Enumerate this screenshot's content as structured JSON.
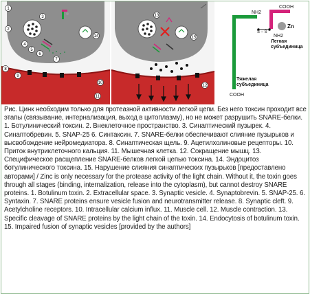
{
  "figure": {
    "nerve_labels": [
      "1",
      "2",
      "3",
      "4",
      "5",
      "6",
      "7",
      "8",
      "9",
      "14"
    ],
    "muscle_labels": [
      "10",
      "11",
      "12",
      "13",
      "15"
    ],
    "toxin": {
      "nh2_top": "NH2",
      "cooh_top": "COOH",
      "ss": "S – S",
      "nh2_bottom": "NH2",
      "zn": "Zn",
      "cooh_bottom": "COOH",
      "light_chain_label": "Легкая субъединица",
      "heavy_chain_label": "Тяжелая субъединица",
      "heavy_color": "#1a9a3a",
      "light_color": "#d4237a",
      "zn_color": "#9a9a9a"
    }
  },
  "caption": {
    "prefix": "Рис.",
    "russian": "Цинк необходим только для протеазной активности легкой цепи. Без него токсин проходит все этапы (связывание, интернализация, выход в цитоплазму), но не может разрушить SNARE-белки. 1. Ботулинический токсин. 2. Внеклеточное пространство. 3. Синаптический пузырек. 4. Синаптобревин. 5. SNAP-25 6. Синтаксин. 7. SNARE-белки обеспечивают слияние пузырьков и высвобождение нейромедиатора. 8. Синаптическая щель. 9. Ацетилхолиновые рецепторы. 10. Приток внутриклеточного кальция. 11. Мышечная клетка. 12. Сокращение мышц. 13. Специфическое расщепление SNARE-белков легкой цепью токсина. 14. Эндоцитоз ботулинического токсина. 15. Нарушение слияния синаптических пузырьков [предоставлено авторами]",
    "separator": " / ",
    "english": "Zinc is only necessary for the protease activity of the light chain. Without it, the toxin goes through all stages (binding, internalization, release into the cytoplasm), but cannot destroy SNARE proteins. 1. Botulinum toxin. 2. Extracellular space. 3. Synaptic vesicle. 4. Synaptobrevin. 5. SNAP-25. 6. Syntaxin. 7. SNARE proteins ensure vesicle fusion and neurotransmitter release. 8. Synaptic cleft. 9. Acetylcholine receptors. 10. Intracellular calcium influx. 11. Muscle cell. 12. Muscle contraction. 13. Specific cleavage of SNARE proteins by the light chain of the toxin. 14. Endocytosis of botulinum toxin. 15. Impaired fusion of synaptic vesicles [provided by the authors]"
  }
}
